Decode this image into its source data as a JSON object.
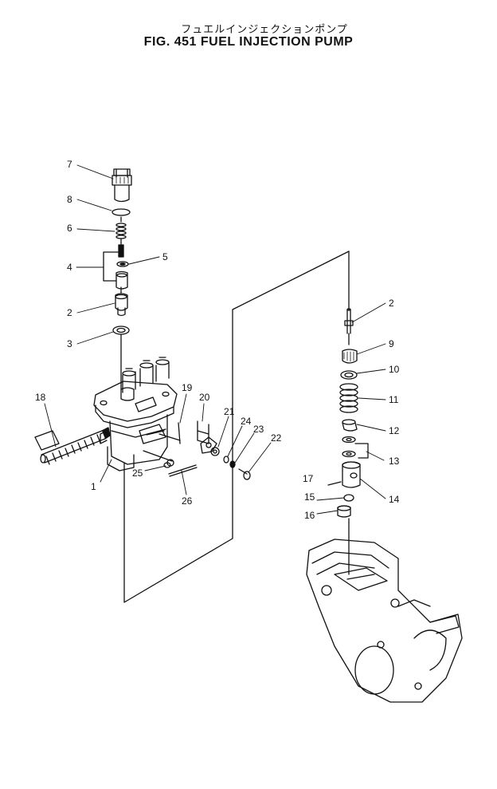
{
  "title_jp": "フュエルインジェクションポンプ",
  "title": "FIG. 451  FUEL INJECTION PUMP",
  "part_labels": [
    "7",
    "8",
    "6",
    "4",
    "5",
    "2",
    "3",
    "18",
    "1",
    "19",
    "20",
    "21",
    "24",
    "23",
    "22",
    "25",
    "26",
    "2",
    "9",
    "10",
    "11",
    "12",
    "13",
    "17",
    "15",
    "14",
    "16"
  ],
  "colors": {
    "ink": "#111111",
    "paper": "#ffffff"
  }
}
